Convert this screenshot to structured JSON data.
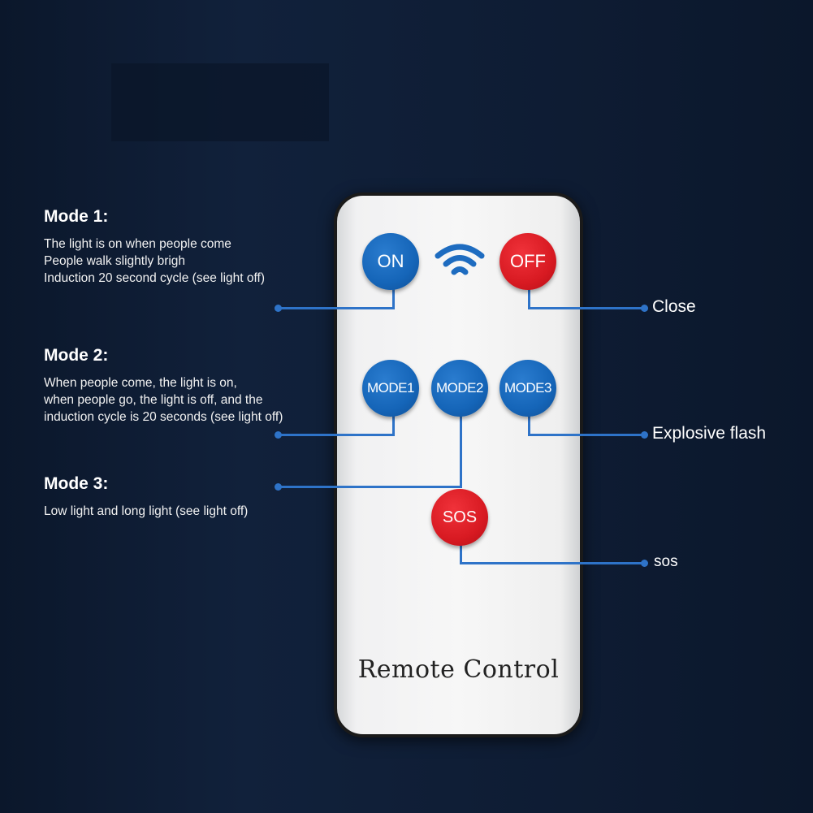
{
  "modes": [
    {
      "heading": "Mode 1:",
      "lines": [
        "The light is on when people come",
        "People walk slightly brigh",
        "Induction 20 second cycle (see light off)"
      ]
    },
    {
      "heading": "Mode 2:",
      "lines": [
        "When people come, the light is on,",
        "when people go, the light is off, and the",
        "induction cycle is 20 seconds (see light off)"
      ]
    },
    {
      "heading": "Mode 3:",
      "lines": [
        "Low light and long light (see light off)"
      ]
    }
  ],
  "right_labels": {
    "close": "Close",
    "explosive_flash": "Explosive flash",
    "sos": "sos"
  },
  "remote": {
    "brand": "Remote Control",
    "buttons": {
      "on": "ON",
      "off": "OFF",
      "mode1": "MODE1",
      "mode2": "MODE2",
      "mode3": "MODE3",
      "sos": "SOS"
    },
    "signal_icon": "wifi-signal-icon"
  },
  "colors": {
    "background": "#0d1a30",
    "button_blue": "#1565b8",
    "button_red": "#d81a22",
    "connector": "#2e73c8",
    "remote_body": "#f4f4f4"
  }
}
